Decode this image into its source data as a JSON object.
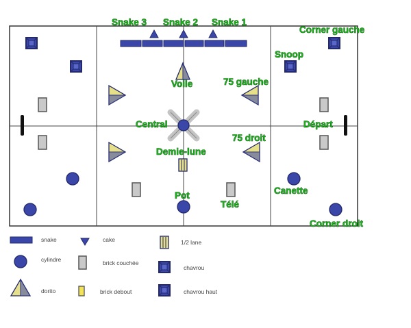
{
  "colors": {
    "blue": "#3a46a8",
    "dark_blue": "#23296b",
    "yellow": "#e7e08a",
    "grey": "#c9c9c9",
    "label_green": "#1bb31b",
    "line": "#333333"
  },
  "labels": {
    "snake3": "Snake 3",
    "snake2": "Snake 2",
    "snake1": "Snake 1",
    "corner_gauche": "Corner gauche",
    "snoop": "Snoop",
    "voile": "Voile",
    "gauche75": "75 gauche",
    "central": "Central",
    "depart": "Départ",
    "droit75": "75 droit",
    "demie_lune": "Demie-lune",
    "canette": "Canette",
    "pot": "Pot",
    "tele": "Télé",
    "corner_droit": "Corner droit"
  },
  "legend": {
    "snake": "snake",
    "cake": "cake",
    "half_lane": "1/2 lane",
    "cylindre": "cylindre",
    "brick_couchee": "brick couchée",
    "chavrou": "chavrou",
    "dorito": "dorito",
    "brick_debout": "brick debout",
    "chavrou_haut": "chavrou haut"
  }
}
